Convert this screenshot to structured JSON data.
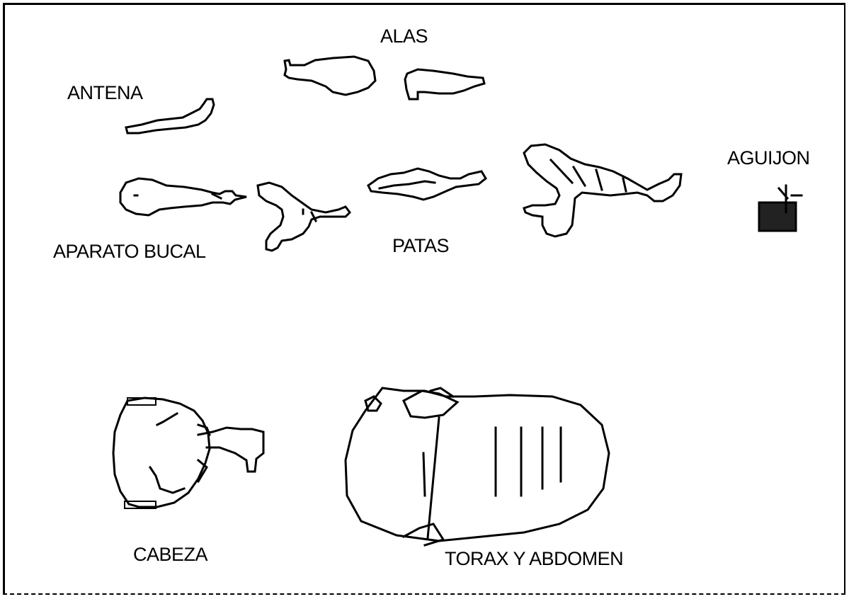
{
  "labels": {
    "alas": "ALAS",
    "antena": "ANTENA",
    "aguijon": "AGUIJON",
    "aparato_bucal": "APARATO BUCAL",
    "patas": "PATAS",
    "cabeza": "CABEZA",
    "torax_abdomen": "TORAX Y ABDOMEN"
  }
}
